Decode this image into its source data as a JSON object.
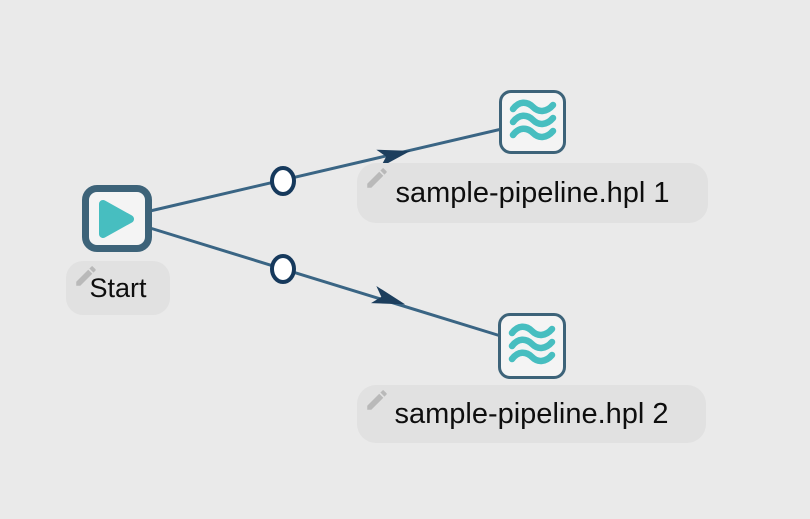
{
  "canvas": {
    "type": "workflow-graph-canvas",
    "background": "#eaeaea"
  },
  "colors": {
    "node_border": "#3d6379",
    "node_fill": "#f4f4f4",
    "accent_teal": "#47bec0",
    "hop_line": "#3a6584",
    "arrow": "#1c3e5d",
    "midpoint_fill": "#ffffff",
    "midpoint_border": "#16395c",
    "label_pill": "#e1e1e1",
    "label_text": "#0e0e0e",
    "pencil_icon": "#9a9a9a"
  },
  "nodes": [
    {
      "id": "start",
      "label": "Start",
      "icon": "play-icon",
      "type": "start-action"
    },
    {
      "id": "pipeline-1",
      "label": "sample-pipeline.hpl 1",
      "icon": "pipeline-waves-icon",
      "type": "pipeline-action"
    },
    {
      "id": "pipeline-2",
      "label": "sample-pipeline.hpl 2",
      "icon": "pipeline-waves-icon",
      "type": "pipeline-action"
    }
  ],
  "hops": [
    {
      "from": "start",
      "to": "pipeline-1",
      "midpoint_marker": "circle",
      "arrow": true
    },
    {
      "from": "start",
      "to": "pipeline-2",
      "midpoint_marker": "circle",
      "arrow": true
    }
  ]
}
